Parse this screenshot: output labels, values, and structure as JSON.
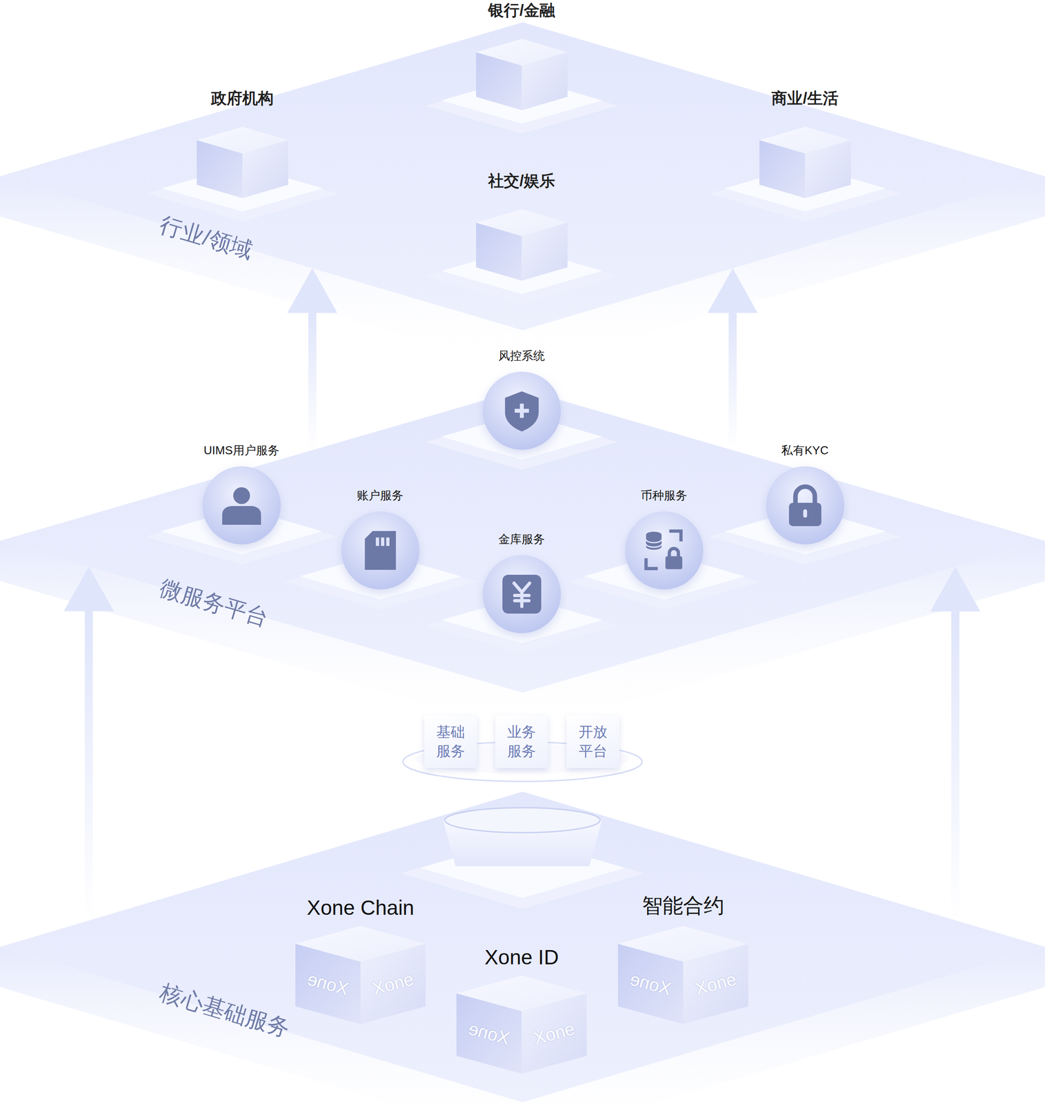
{
  "diagram": {
    "nodes": [
      {
        "text": [
          "行业/领域"
        ]
      },
      {
        "text": [
          "银行/金融"
        ],
        "in": 0
      },
      {
        "text": [
          "政府机构"
        ],
        "in": 0
      },
      {
        "text": [
          "商业/生活"
        ],
        "in": 0
      },
      {
        "text": [
          "社交/娱乐"
        ],
        "in": 0
      },
      {
        "text": [
          "微服务平台"
        ]
      },
      {
        "text": [
          "风控系统"
        ],
        "in": 5
      },
      {
        "text": [
          "UIMS用户服务"
        ],
        "in": 5
      },
      {
        "text": [
          "私有KYC"
        ],
        "in": 5
      },
      {
        "text": [
          "账户服务"
        ],
        "in": 5
      },
      {
        "text": [
          "币种服务"
        ],
        "in": 5
      },
      {
        "text": [
          "金库服务"
        ],
        "in": 5
      },
      {
        "text": [
          "基础 服务"
        ]
      },
      {
        "text": [
          "业务 服务"
        ]
      },
      {
        "text": [
          "开放 平台"
        ]
      },
      {
        "text": [
          "核心基础服务"
        ]
      },
      {
        "text": [
          "Xone Chain"
        ],
        "in": 15
      },
      {
        "text": [
          "智能合约"
        ],
        "in": 15
      },
      {
        "text": [
          "Xone ID"
        ],
        "in": 15
      }
    ],
    "edges": [
      {
        "from": 15,
        "to": 5,
        "arrow": "to"
      },
      {
        "from": 15,
        "to": 5,
        "arrow": "to"
      },
      {
        "from": 5,
        "to": 0,
        "arrow": "to"
      },
      {
        "from": 5,
        "to": 0,
        "arrow": "to"
      }
    ],
    "labels": [
      "Xone",
      "Xone",
      "Xone",
      "Xone",
      "Xone",
      "Xone"
    ]
  }
}
